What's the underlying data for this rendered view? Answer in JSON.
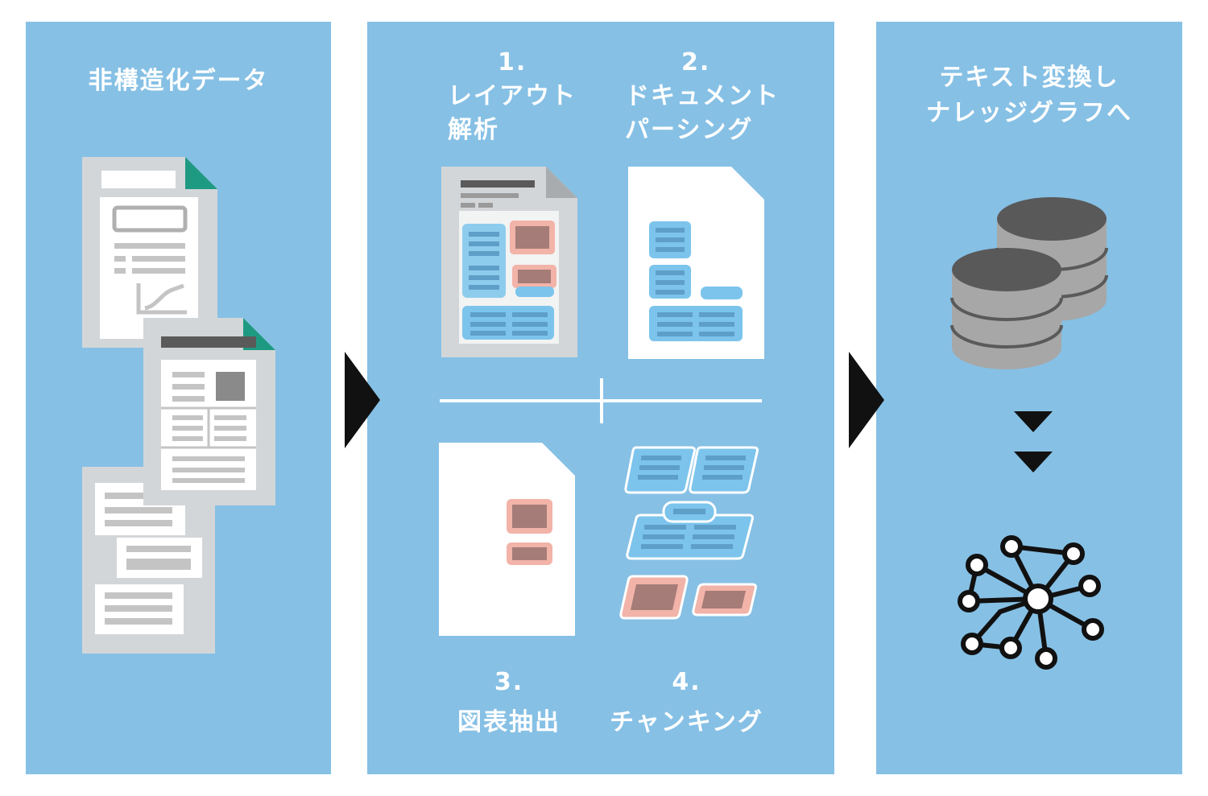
{
  "panels": {
    "left": {
      "title": "非構造化データ"
    },
    "middle": {
      "steps": [
        {
          "number": "1.",
          "line1": "レイアウト",
          "line2": "解析"
        },
        {
          "number": "2.",
          "line1": "ドキュメント",
          "line2": "パーシング"
        },
        {
          "number": "3.",
          "line1": "図表抽出"
        },
        {
          "number": "4.",
          "line1": "チャンキング"
        }
      ]
    },
    "right": {
      "title_line1": "テキスト変換し",
      "title_line2": "ナレッジグラフへ"
    }
  },
  "colors": {
    "panel_bg": "#86c0e5",
    "arrow": "#111111",
    "doc_gray": "#d3d6d8",
    "doc_white": "#ffffff",
    "accent_teal": "#1f9a82",
    "block_blue": "#7cc4ec",
    "block_red": "#f2b3a8",
    "db_dark": "#595959",
    "db_light": "#a7a7a7"
  },
  "icons": [
    "documents-icon",
    "arrow-right-icon",
    "layout-analysis-icon",
    "document-parsing-icon",
    "figure-extraction-icon",
    "chunking-icon",
    "database-icon",
    "down-arrow-icon",
    "knowledge-graph-icon"
  ]
}
